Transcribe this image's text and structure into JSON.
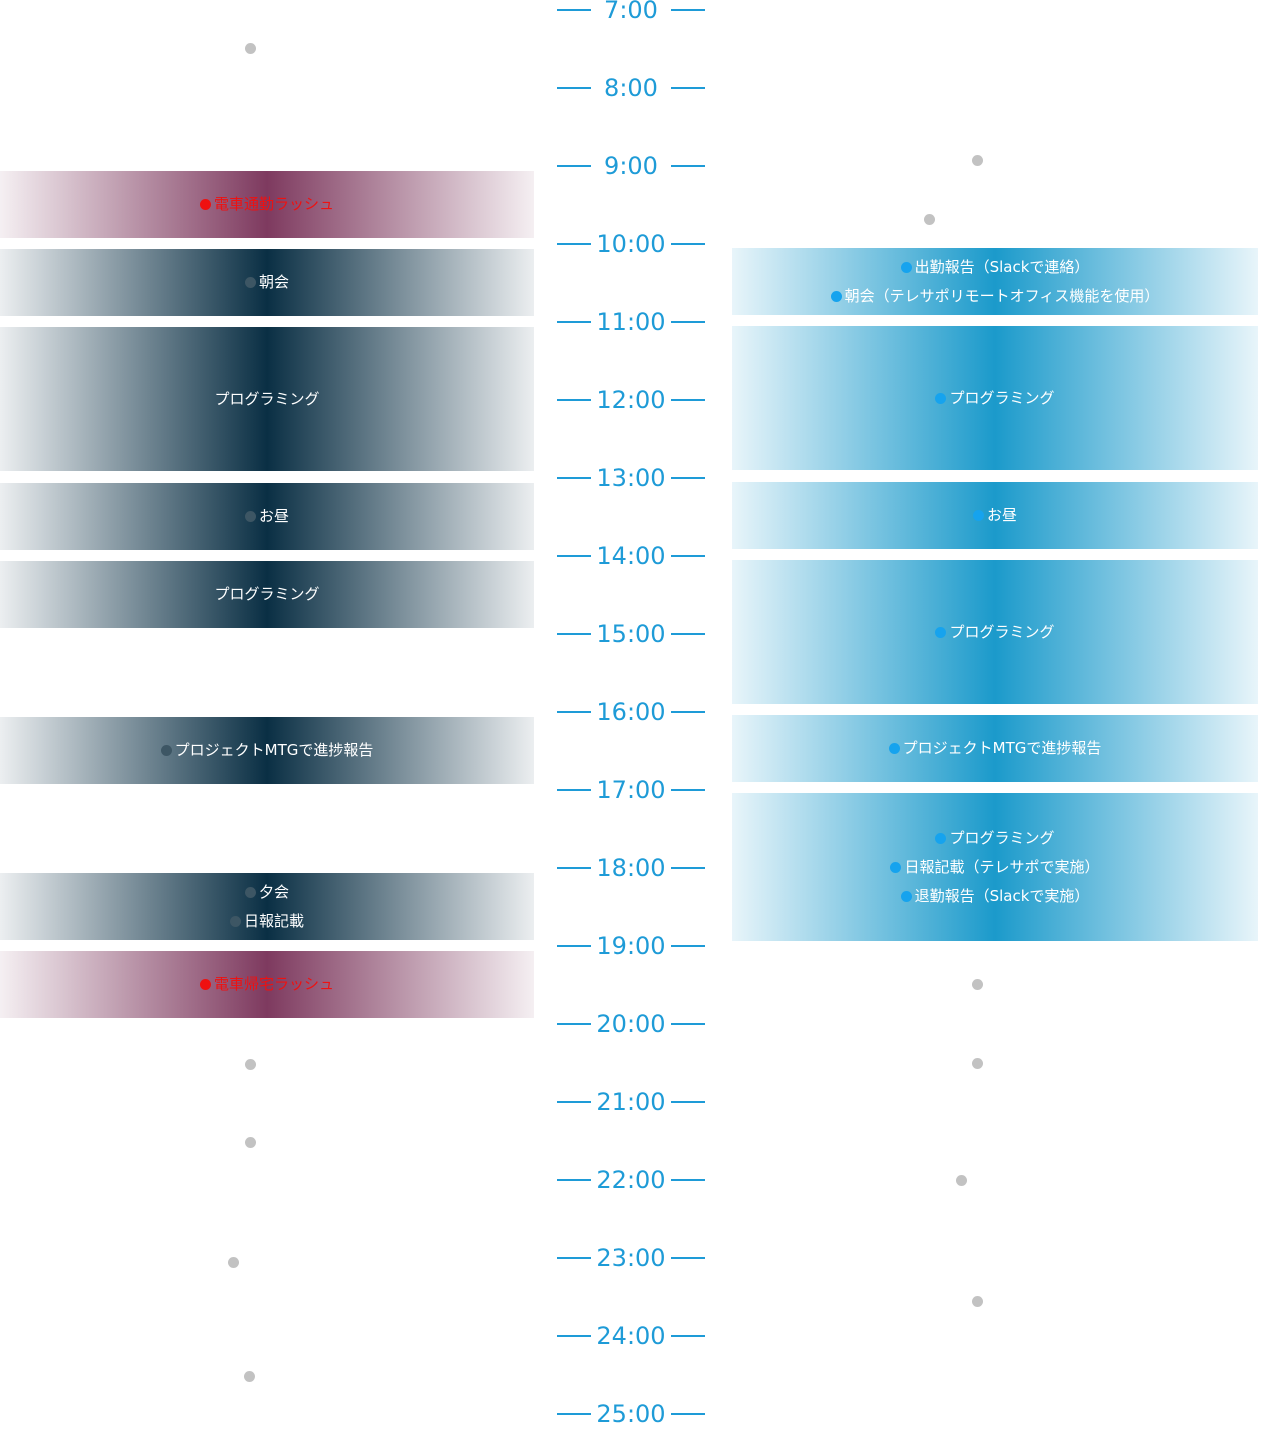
{
  "timeline": {
    "hours": [
      "7:00",
      "8:00",
      "9:00",
      "10:00",
      "11:00",
      "12:00",
      "13:00",
      "14:00",
      "15:00",
      "16:00",
      "17:00",
      "18:00",
      "19:00",
      "20:00",
      "21:00",
      "22:00",
      "23:00",
      "24:00",
      "25:00"
    ]
  },
  "colors": {
    "timeline_blue": "#1e9bd7",
    "left_block": "#0a2f44",
    "rush_block": "#7e3a5f",
    "right_block": "#1b9acb",
    "rush_text": "#ee1111",
    "empty_slot_dot": "#c2c2c2"
  },
  "left_schedule": [
    {
      "style": "plum",
      "items": [
        {
          "text": "電車通勤ラッシュ",
          "dot": "red",
          "text_color": "red"
        }
      ]
    },
    {
      "style": "navy",
      "items": [
        {
          "text": "朝会",
          "dot": "gray"
        }
      ]
    },
    {
      "style": "navy",
      "items": [
        {
          "text": "プログラミング",
          "dot": "none"
        }
      ]
    },
    {
      "style": "navy",
      "items": [
        {
          "text": "お昼",
          "dot": "gray"
        }
      ]
    },
    {
      "style": "navy",
      "items": [
        {
          "text": "プログラミング",
          "dot": "none"
        }
      ]
    },
    {
      "style": "navy",
      "items": [
        {
          "text": "プロジェクトMTGで進捗報告",
          "dot": "gray"
        }
      ]
    },
    {
      "style": "navy",
      "items": [
        {
          "text": "夕会",
          "dot": "gray"
        },
        {
          "text": "日報記載",
          "dot": "gray"
        }
      ]
    },
    {
      "style": "plum",
      "items": [
        {
          "text": "電車帰宅ラッシュ",
          "dot": "red",
          "text_color": "red"
        }
      ]
    }
  ],
  "right_schedule": [
    {
      "style": "blue",
      "items": [
        {
          "text": "出勤報告（Slackで連絡）",
          "dot": "blue"
        },
        {
          "text": "朝会（テレサポリモートオフィス機能を使用）",
          "dot": "blue"
        }
      ]
    },
    {
      "style": "blue",
      "items": [
        {
          "text": "プログラミング",
          "dot": "blue"
        }
      ]
    },
    {
      "style": "blue",
      "items": [
        {
          "text": "お昼",
          "dot": "blue"
        }
      ]
    },
    {
      "style": "blue",
      "items": [
        {
          "text": "プログラミング",
          "dot": "blue"
        }
      ]
    },
    {
      "style": "blue",
      "items": [
        {
          "text": "プロジェクトMTGで進捗報告",
          "dot": "blue"
        }
      ]
    },
    {
      "style": "blue",
      "items": [
        {
          "text": "プログラミング",
          "dot": "blue"
        },
        {
          "text": "日報記載（テレサポで実施）",
          "dot": "blue"
        },
        {
          "text": "退勤報告（Slackで実施）",
          "dot": "blue"
        }
      ]
    }
  ]
}
